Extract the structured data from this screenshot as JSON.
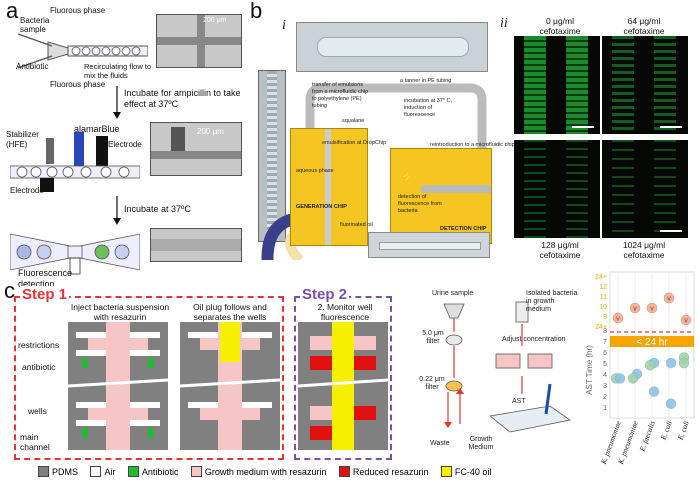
{
  "panel_a": {
    "letter": "a",
    "bacteria_sample": "Bacteria sample",
    "fluorous_phase_top": "Fluorous phase",
    "fluorous_phase_bottom": "Fluorous phase",
    "antibiotic": "Antibiotic",
    "recirculating": "Recirculating flow to mix the fluids",
    "scale1": "200 μm",
    "step1": "Incubate for ampicillin to take effect at 37ºC",
    "stabilizer": "Stabilizer (HFE)",
    "alamarblue": "alamarBlue",
    "electrode_right": "Electrode",
    "electrode_left": "Electrode",
    "scale2": "200 μm",
    "step2": "Incubate at 37ºC",
    "fluorescence": "Fluorescence detection"
  },
  "panel_b": {
    "letter": "b",
    "roman_i": "i",
    "roman_ii": "ii",
    "small_labels": {
      "transfer": "transfer of emulsions from a microfluidic chip to polyethylene (PE) tubing",
      "tanner": "a tanner in PE tubing",
      "incubation": "incubation at 37° C, induction of fluorescence",
      "emulsification": "emulsification at DropChip",
      "squalane": "squalane",
      "aqueous": "aqueous phase",
      "reintroduction": "reintroduction to a microfluidic chip",
      "detection_fl": "detection of fluorescence from bacteria",
      "generation": "GENERATION CHIP",
      "fluorinated": "fluorinated oil",
      "detection_chip": "DETECTION CHIP"
    },
    "conc": [
      "0 μg/ml cefotaxime",
      "64 μg/ml cefotaxime",
      "128 μg/ml cefotaxime",
      "1024 μg/ml cefotaxime"
    ]
  },
  "panel_c": {
    "letter": "c",
    "step1_title": "Step 1",
    "step2_title": "Step 2",
    "inject": "Inject bacteria suspension with resazurin",
    "oilplug": "Oil plug follows and separates the wells",
    "monitor": "2. Monitor well fluorescence",
    "restrictions": "restrictions",
    "antibiotic": "antibiotic",
    "wells": "wells",
    "main_channel": "main channel",
    "legend": [
      "PDMS",
      "Air",
      "Antibiotic",
      "Growth medium with resazurin",
      "Reduced resazurin",
      "FC-40 oil"
    ],
    "legend_colors": [
      "#808080",
      "#ffffff",
      "#22bb33",
      "#f6c6c6",
      "#e01010",
      "#f5f000"
    ]
  },
  "panel_flow": {
    "urine": "Urine sample",
    "filter5": "5.0 μm filter",
    "filter022": "0.22 μm filter",
    "waste": "Waste",
    "growth": "Growth Medium",
    "isolated": "Isolated bacteria in growth medium",
    "adjust": "Adjust concentration",
    "ast": "AST"
  },
  "chart_data": {
    "type": "scatter",
    "ylabel": "AST Time (hr)",
    "banner": "< 24 hr",
    "y_ticks_top": [
      "24+",
      "12",
      "11",
      "10",
      "9",
      "24+"
    ],
    "y_ticks": [
      "8",
      "7",
      "6",
      "5",
      "4",
      "3",
      "2",
      "1"
    ],
    "categories": [
      "K. pneumoniae",
      "K. pneumoniae",
      "E. faecalis",
      "E. coli",
      "E. coli"
    ],
    "points": [
      {
        "cat": 0,
        "y": 3.6,
        "color": "#9fd3a8"
      },
      {
        "cat": 0,
        "y": 3.6,
        "color": "#8fc1e6"
      },
      {
        "cat": 1,
        "y": 4.0,
        "color": "#8fc1e6"
      },
      {
        "cat": 1,
        "y": 3.6,
        "color": "#9fd3a8"
      },
      {
        "cat": 2,
        "y": 5.0,
        "color": "#8fc1e6"
      },
      {
        "cat": 2,
        "y": 4.8,
        "color": "#9fd3a8"
      },
      {
        "cat": 2,
        "y": 2.4,
        "color": "#8fc1e6"
      },
      {
        "cat": 3,
        "y": 5.0,
        "color": "#8fc1e6"
      },
      {
        "cat": 3,
        "y": 1.3,
        "color": "#8fc1e6"
      },
      {
        "cat": 4,
        "y": 5.5,
        "color": "#9fd3a8"
      },
      {
        "cat": 4,
        "y": 5.0,
        "color": "#9fd3a8"
      }
    ],
    "resistant": [
      {
        "cat": 0,
        "label": "v",
        "y_label": "9"
      },
      {
        "cat": 1,
        "label": "v",
        "y_label": "10"
      },
      {
        "cat": 2,
        "label": "v",
        "y_label": "10"
      },
      {
        "cat": 3,
        "label": "v",
        "y_label": "11"
      },
      {
        "cat": 4,
        "label": "v",
        "y_label": "24+"
      }
    ],
    "grid": true
  }
}
